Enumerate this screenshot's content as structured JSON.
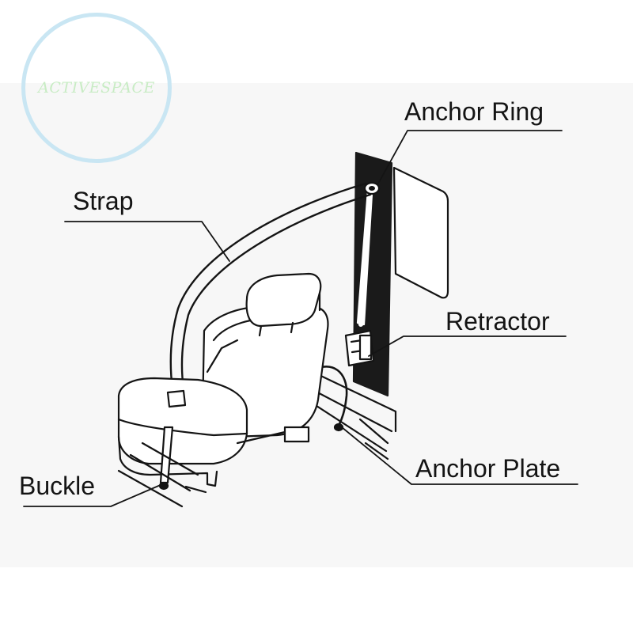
{
  "watermark": {
    "text": "ACTIVESPACE",
    "ring_color": "#c9e6f3",
    "text_color": "#c8ecc4"
  },
  "labels": {
    "anchor_ring": "Anchor Ring",
    "strap": "Strap",
    "retractor": "Retractor",
    "buckle": "Buckle",
    "anchor_plate": "Anchor Plate"
  },
  "colors": {
    "ink": "#141414",
    "pillar": "#1a1a1a",
    "panel": "#f7f7f7"
  }
}
